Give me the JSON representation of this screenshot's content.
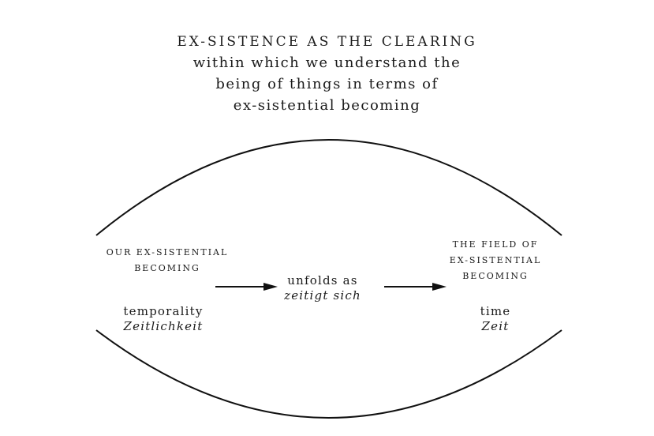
{
  "title": {
    "heading": "EX-SISTENCE AS THE CLEARING",
    "lines": [
      "within which we understand the",
      "being of things in terms of",
      "ex-sistential becoming"
    ]
  },
  "left": {
    "caps": [
      "OUR EX-SISTENTIAL",
      "BECOMING"
    ],
    "term": "temporality",
    "german": "Zeitlichkeit"
  },
  "middle": {
    "term": "unfolds as",
    "german": "zeitigt sich"
  },
  "right": {
    "caps": [
      "THE FIELD OF",
      "EX-SISTENTIAL",
      "BECOMING"
    ],
    "term": "time",
    "german": "Zeit"
  }
}
